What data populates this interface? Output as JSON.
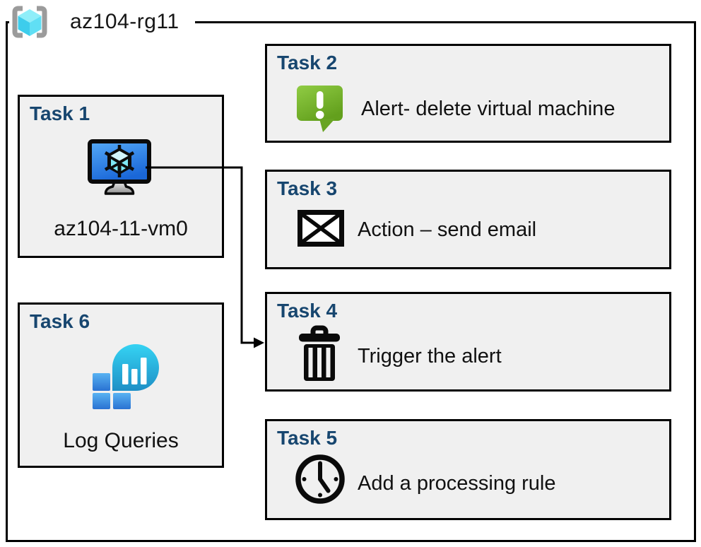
{
  "resource_group": {
    "label": "az104-rg11",
    "icon": "resource-group-icon"
  },
  "tasks": [
    {
      "title": "Task 1",
      "label": "az104-11-vm0",
      "icon": "virtual-machine-icon"
    },
    {
      "title": "Task 2",
      "label": "Alert- delete virtual machine",
      "icon": "alert-message-icon"
    },
    {
      "title": "Task 3",
      "label": "Action – send email",
      "icon": "email-envelope-icon"
    },
    {
      "title": "Task 4",
      "label": "Trigger the alert",
      "icon": "trash-icon"
    },
    {
      "title": "Task 5",
      "label": "Add a processing rule",
      "icon": "clock-icon"
    },
    {
      "title": "Task 6",
      "label": "Log Queries",
      "icon": "log-queries-icon"
    }
  ],
  "connection": {
    "from": "Task 1",
    "to": "Task 4"
  },
  "colors": {
    "task_title": "#17466f",
    "box_fill": "#f0f0f0",
    "border": "#000000",
    "alert_green_light": "#90cc44",
    "alert_green_dark": "#63a01d",
    "vm_screen_light": "#55aaf7",
    "vm_screen_dark": "#1a67d8",
    "cube_cyan": "#7ee8f6",
    "log_teal_light": "#35d3f3",
    "log_teal_dark": "#1e8fc6",
    "log_blue_light": "#58b2f2",
    "log_blue_dark": "#2a72d2",
    "bracket_gray": "#9b9b9b"
  }
}
